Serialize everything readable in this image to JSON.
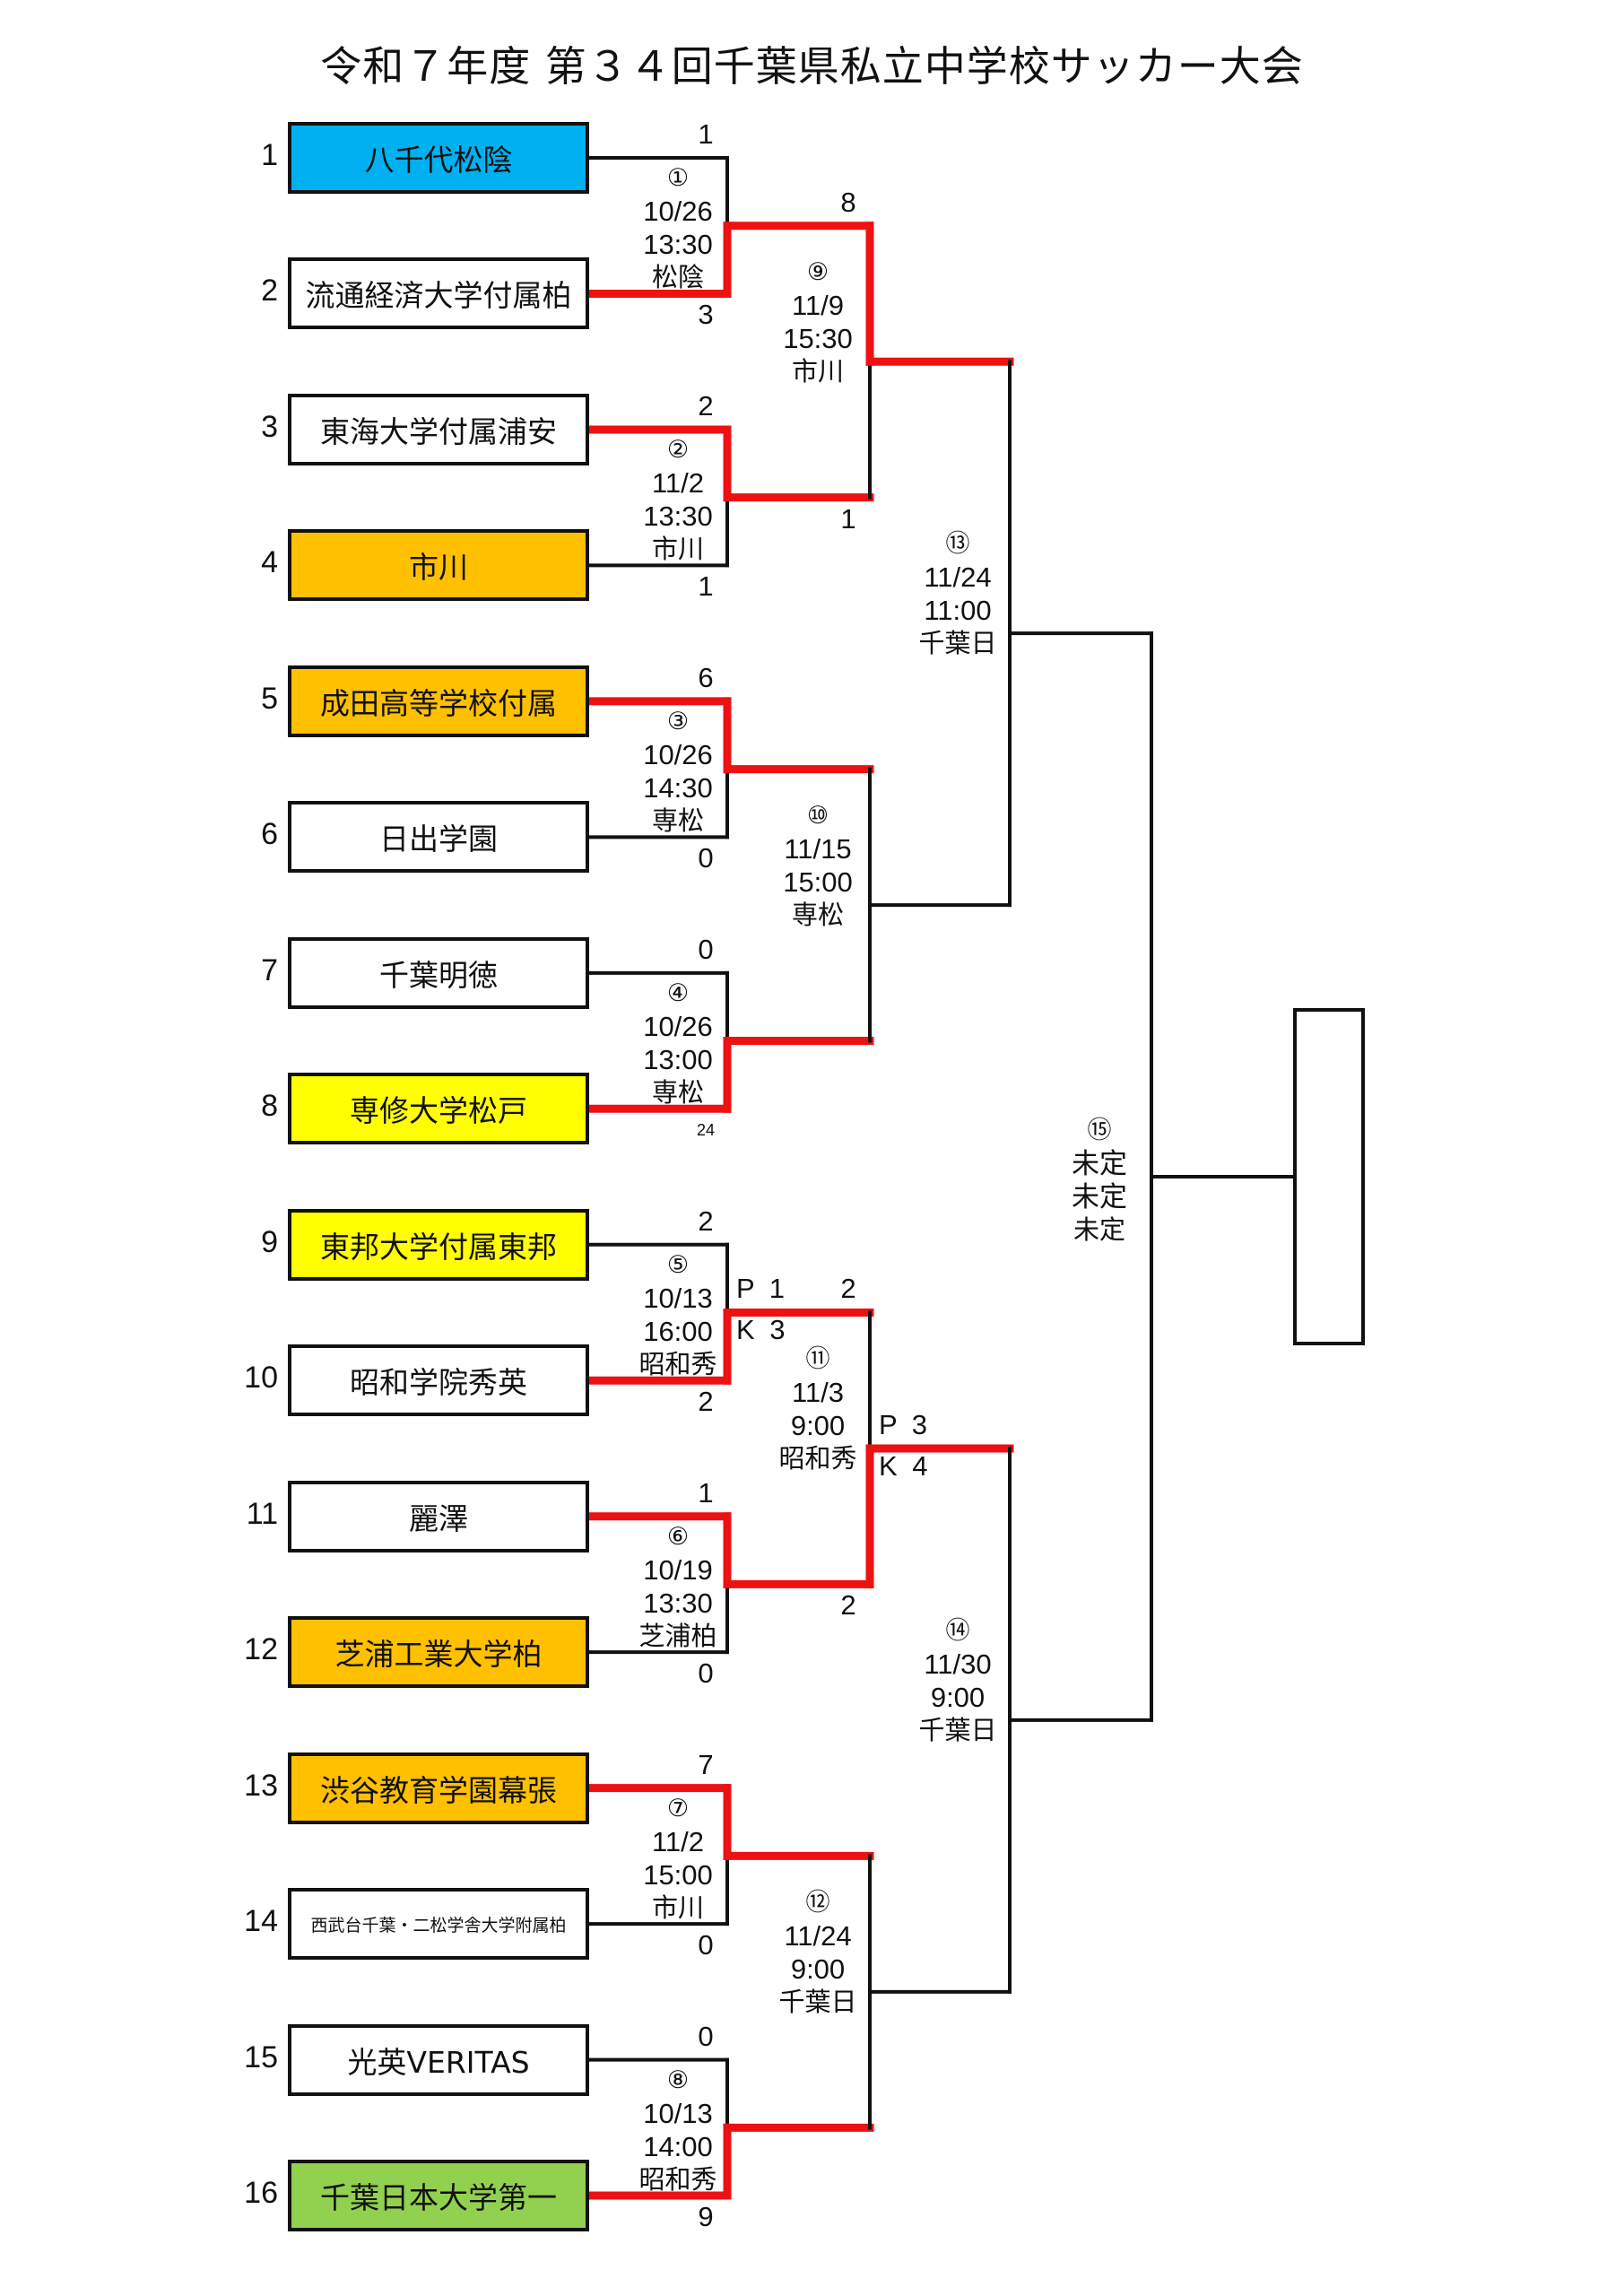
{
  "title": "令和７年度 第３４回千葉県私立中学校サッカー大会",
  "colors": {
    "win_line": "#EE1111",
    "line": "#111111",
    "blue": "#00B0F0",
    "orange": "#FFC000",
    "yellow": "#FFFF00",
    "green": "#92D050",
    "white": "#FFFFFF"
  },
  "teams": [
    {
      "seed": "1",
      "name": "八千代松陰",
      "fill": "blue"
    },
    {
      "seed": "2",
      "name": "流通経済大学付属柏",
      "fill": "white"
    },
    {
      "seed": "3",
      "name": "東海大学付属浦安",
      "fill": "white"
    },
    {
      "seed": "4",
      "name": "市川",
      "fill": "orange"
    },
    {
      "seed": "5",
      "name": "成田高等学校付属",
      "fill": "orange"
    },
    {
      "seed": "6",
      "name": "日出学園",
      "fill": "white"
    },
    {
      "seed": "7",
      "name": "千葉明徳",
      "fill": "white"
    },
    {
      "seed": "8",
      "name": "専修大学松戸",
      "fill": "yellow"
    },
    {
      "seed": "9",
      "name": "東邦大学付属東邦",
      "fill": "yellow"
    },
    {
      "seed": "10",
      "name": "昭和学院秀英",
      "fill": "white"
    },
    {
      "seed": "11",
      "name": "麗澤",
      "fill": "white"
    },
    {
      "seed": "12",
      "name": "芝浦工業大学柏",
      "fill": "orange"
    },
    {
      "seed": "13",
      "name": "渋谷教育学園幕張",
      "fill": "orange"
    },
    {
      "seed": "14",
      "name": "西武台千葉・二松学舎大学附属柏",
      "fill": "white",
      "small": true
    },
    {
      "seed": "15",
      "name": "光英VERITAS",
      "fill": "white"
    },
    {
      "seed": "16",
      "name": "千葉日本大学第一",
      "fill": "green"
    }
  ],
  "matches": [
    {
      "no": "①",
      "date": "10/26",
      "time": "13:30",
      "venue": "松陰",
      "score_top": "1",
      "score_bottom": "3",
      "winner": "bottom"
    },
    {
      "no": "②",
      "date": "11/2",
      "time": "13:30",
      "venue": "市川",
      "score_top": "2",
      "score_bottom": "1",
      "winner": "top"
    },
    {
      "no": "③",
      "date": "10/26",
      "time": "14:30",
      "venue": "専松",
      "score_top": "6",
      "score_bottom": "0",
      "winner": "top"
    },
    {
      "no": "④",
      "date": "10/26",
      "time": "13:00",
      "venue": "専松",
      "score_top": "0",
      "score_bottom": "24",
      "winner": "bottom"
    },
    {
      "no": "⑤",
      "date": "10/13",
      "time": "16:00",
      "venue": "昭和秀",
      "score_top": "2",
      "score_bottom": "2",
      "winner": "bottom",
      "pk": {
        "top": "P 1",
        "bottom": "K 3"
      }
    },
    {
      "no": "⑥",
      "date": "10/19",
      "time": "13:30",
      "venue": "芝浦柏",
      "score_top": "1",
      "score_bottom": "0",
      "winner": "top"
    },
    {
      "no": "⑦",
      "date": "11/2",
      "time": "15:00",
      "venue": "市川",
      "score_top": "7",
      "score_bottom": "0",
      "winner": "top"
    },
    {
      "no": "⑧",
      "date": "10/13",
      "time": "14:00",
      "venue": "昭和秀",
      "score_top": "0",
      "score_bottom": "9",
      "winner": "bottom"
    },
    {
      "no": "⑨",
      "date": "11/9",
      "time": "15:30",
      "venue": "市川",
      "score_top": "8",
      "score_bottom": "1",
      "winner": "top"
    },
    {
      "no": "⑩",
      "date": "11/15",
      "time": "15:00",
      "venue": "専松",
      "score_top": "",
      "score_bottom": "",
      "winner": ""
    },
    {
      "no": "⑪",
      "date": "11/3",
      "time": "9:00",
      "venue": "昭和秀",
      "score_top": "2",
      "score_bottom": "2",
      "winner": "bottom",
      "pk": {
        "top": "P 3",
        "bottom": "K 4"
      }
    },
    {
      "no": "⑫",
      "date": "11/24",
      "time": "9:00",
      "venue": "千葉日",
      "score_top": "",
      "score_bottom": "",
      "winner": ""
    },
    {
      "no": "⑬",
      "date": "11/24",
      "time": "11:00",
      "venue": "千葉日",
      "score_top": "",
      "score_bottom": "",
      "winner": ""
    },
    {
      "no": "⑭",
      "date": "11/30",
      "time": "9:00",
      "venue": "千葉日",
      "score_top": "",
      "score_bottom": "",
      "winner": ""
    },
    {
      "no": "⑮",
      "date": "未定",
      "time": "未定",
      "venue": "未定",
      "score_top": "",
      "score_bottom": "",
      "winner": ""
    }
  ],
  "champion": ""
}
